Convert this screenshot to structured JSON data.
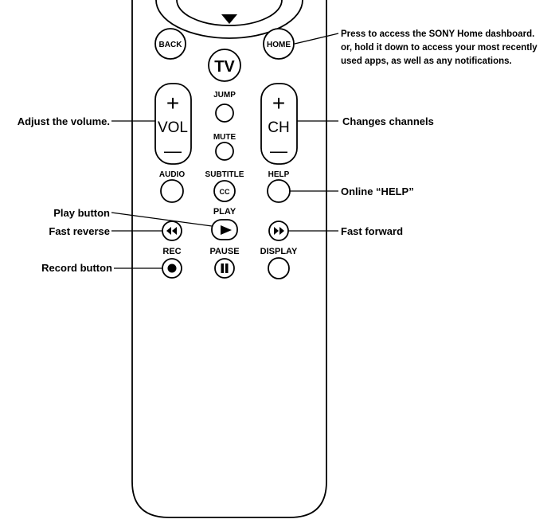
{
  "buttons": {
    "back": "BACK",
    "home": "HOME",
    "tv": "TV",
    "jump": "JUMP",
    "mute": "MUTE",
    "vol": "VOL",
    "ch": "CH",
    "plus": "+",
    "minus": "—",
    "audio": "AUDIO",
    "subtitle": "SUBTITLE",
    "cc": "CC",
    "help": "HELP",
    "play": "PLAY",
    "rec": "REC",
    "pause": "PAUSE",
    "display": "DISPLAY"
  },
  "callouts": {
    "home_line1": "Press to access the SONY Home dashboard.",
    "home_line2": "or, hold it down to access your most recently",
    "home_line3": "used apps, as well as any notifications.",
    "volume": "Adjust the volume.",
    "channels": "Changes channels",
    "help": "Online “HELP”",
    "play": "Play button",
    "fast_reverse": "Fast reverse",
    "fast_forward": "Fast forward",
    "record": "Record button"
  },
  "icons": {
    "down_arrow": "down-triangle",
    "rewind": "double-left-triangle",
    "forward": "double-right-triangle",
    "play": "right-triangle",
    "pause": "double-bar",
    "record": "filled-circle"
  }
}
